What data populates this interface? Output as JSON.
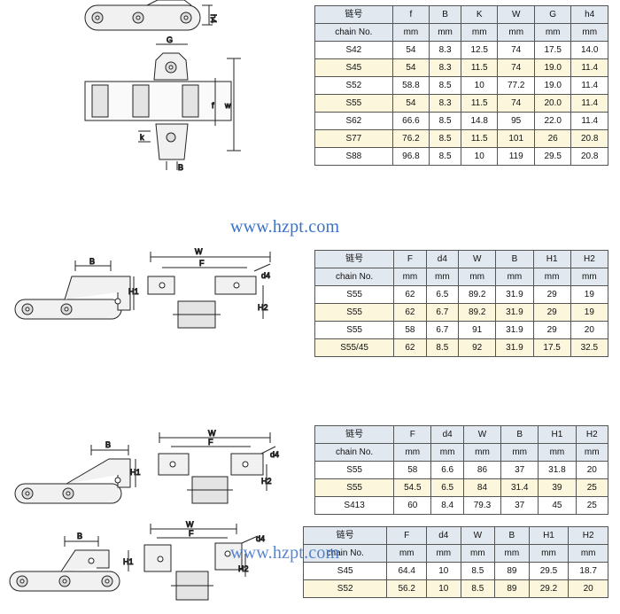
{
  "watermark": "www.hzpt.com",
  "watermark_overlay": "www.hzpt.com",
  "table1": {
    "headers": [
      "链号",
      "f",
      "B",
      "K",
      "W",
      "G",
      "h4"
    ],
    "subheaders": [
      "chain No.",
      "mm",
      "mm",
      "mm",
      "mm",
      "mm",
      "mm"
    ],
    "rows": [
      [
        "S42",
        "54",
        "8.3",
        "12.5",
        "74",
        "17.5",
        "14.0"
      ],
      [
        "S45",
        "54",
        "8.3",
        "11.5",
        "74",
        "19.0",
        "11.4"
      ],
      [
        "S52",
        "58.8",
        "8.5",
        "10",
        "77.2",
        "19.0",
        "11.4"
      ],
      [
        "S55",
        "54",
        "8.3",
        "11.5",
        "74",
        "20.0",
        "11.4"
      ],
      [
        "S62",
        "66.6",
        "8.5",
        "14.8",
        "95",
        "22.0",
        "11.4"
      ],
      [
        "S77",
        "76.2",
        "8.5",
        "11.5",
        "101",
        "26",
        "20.8"
      ],
      [
        "S88",
        "96.8",
        "8.5",
        "10",
        "119",
        "29.5",
        "20.8"
      ]
    ]
  },
  "table2": {
    "headers": [
      "链号",
      "F",
      "d4",
      "W",
      "B",
      "H1",
      "H2"
    ],
    "subheaders": [
      "chain No.",
      "mm",
      "mm",
      "mm",
      "mm",
      "mm",
      "mm"
    ],
    "rows": [
      [
        "S55",
        "62",
        "6.5",
        "89.2",
        "31.9",
        "29",
        "19"
      ],
      [
        "S55",
        "62",
        "6.7",
        "89.2",
        "31.9",
        "29",
        "19"
      ],
      [
        "S55",
        "58",
        "6.7",
        "91",
        "31.9",
        "29",
        "20"
      ],
      [
        "S55/45",
        "62",
        "8.5",
        "92",
        "31.9",
        "17.5",
        "32.5"
      ]
    ]
  },
  "table3": {
    "headers": [
      "链号",
      "F",
      "d4",
      "W",
      "B",
      "H1",
      "H2"
    ],
    "subheaders": [
      "chain No.",
      "mm",
      "mm",
      "mm",
      "mm",
      "mm",
      "mm"
    ],
    "rows": [
      [
        "S55",
        "58",
        "6.6",
        "86",
        "37",
        "31.8",
        "20"
      ],
      [
        "S55",
        "54.5",
        "6.5",
        "84",
        "31.4",
        "39",
        "25"
      ],
      [
        "S413",
        "60",
        "8.4",
        "79.3",
        "37",
        "45",
        "25"
      ]
    ]
  },
  "table4": {
    "headers": [
      "链号",
      "F",
      "d4",
      "W",
      "B",
      "H1",
      "H2"
    ],
    "subheaders": [
      "chain No.",
      "mm",
      "mm",
      "mm",
      "mm",
      "mm",
      "mm"
    ],
    "rows": [
      [
        "S45",
        "64.4",
        "10",
        "8.5",
        "89",
        "29.5",
        "18.7"
      ],
      [
        "S52",
        "56.2",
        "10",
        "8.5",
        "89",
        "29.2",
        "20"
      ]
    ]
  },
  "drawing1": {
    "labels": {
      "h4": "h4",
      "g": "G",
      "f": "f",
      "w": "w",
      "k": "k",
      "b": "B"
    }
  },
  "drawing2": {
    "labels": {
      "b": "B",
      "h1": "H1",
      "w": "W",
      "f": "F",
      "d4": "d4",
      "h2": "H2"
    }
  },
  "drawing3": {
    "labels": {
      "b": "B",
      "h1": "H1",
      "w": "W",
      "f": "F",
      "d4": "d4",
      "h2": "H2"
    }
  },
  "drawing4": {
    "labels": {
      "b": "B",
      "h1": "H1",
      "w": "W",
      "f": "F",
      "d4": "d4",
      "h2": "H2"
    }
  }
}
